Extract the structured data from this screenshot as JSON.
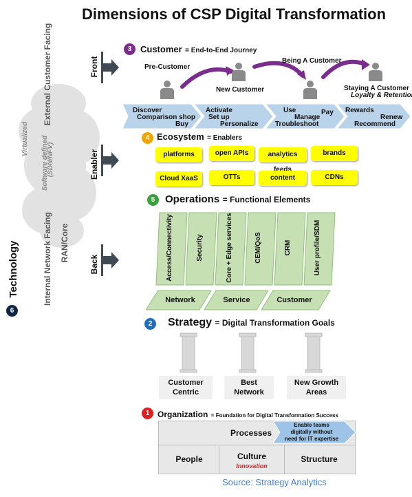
{
  "title": "Dimensions of CSP Digital Transformation",
  "sidebar": {
    "external": "External Customer Facing",
    "internal": "Internal Network Facing",
    "ran": "RAN/Core",
    "virtualized": "Virtualized",
    "software_defined": "Software defined",
    "sdn_nfv": "(SDN/NFV)",
    "technology_num": "6",
    "technology": "Technology"
  },
  "layers": {
    "front": "Front",
    "enabler": "Enabler",
    "back": "Back"
  },
  "customer": {
    "num": "3",
    "title": "Customer",
    "subtitle": "= End-to-End Journey",
    "stages": [
      "Pre-Customer",
      "New Customer",
      "Being A Customer",
      "Staying A Customer"
    ],
    "staying_sub": "Loyalty & Retention",
    "chevrons": [
      {
        "lines": [
          "Discover",
          "Comparison shop",
          "Buy"
        ]
      },
      {
        "lines": [
          "Activate",
          "Set up",
          "Personalize"
        ]
      },
      {
        "lines": [
          "Use",
          "Pay",
          "Manage",
          "Troubleshoot"
        ]
      },
      {
        "lines": [
          "Rewards",
          "Renew",
          "Recommend"
        ]
      }
    ]
  },
  "ecosystem": {
    "num": "4",
    "title": "Ecosystem",
    "subtitle": "= Enablers",
    "items": [
      "platforms",
      "open APIs",
      "analytics feeds",
      "brands",
      "Cloud XaaS",
      "OTTs",
      "content",
      "CDNs"
    ]
  },
  "operations": {
    "num": "5",
    "title": "Operations",
    "subtitle": "= Functional Elements",
    "columns": [
      "Access/Connectivity",
      "Security",
      "Core + Edge services",
      "CEM/QoS",
      "CRM",
      "User profile/SDM"
    ],
    "bases": [
      "Network",
      "Service",
      "Customer"
    ]
  },
  "strategy": {
    "num": "2",
    "title": "Strategy",
    "subtitle": "= Digital Transformation Goals",
    "pillars": [
      [
        "Customer",
        "Centric"
      ],
      [
        "Best",
        "Network"
      ],
      [
        "New Growth",
        "Areas"
      ]
    ]
  },
  "organization": {
    "num": "1",
    "title": "Organization",
    "subtitle": "= Foundation for Digital Transformation Success",
    "processes": "Processes",
    "enable": [
      "Enable teams",
      "digitally without",
      "need for IT expertise"
    ],
    "people": "People",
    "culture": "Culture",
    "innovation": "Innovation",
    "structure": "Structure"
  },
  "source": "Source: Strategy Analytics",
  "colors": {
    "customer_badge": "#7b2d8e",
    "ecosystem_badge": "#f0a500",
    "operations_badge": "#3aa03a",
    "strategy_badge": "#1f6fc0",
    "organization_badge": "#e02020",
    "chevron": "#b9d3ea",
    "ops_green": "#c6e0b4",
    "source_blue": "#4a7fd0"
  }
}
